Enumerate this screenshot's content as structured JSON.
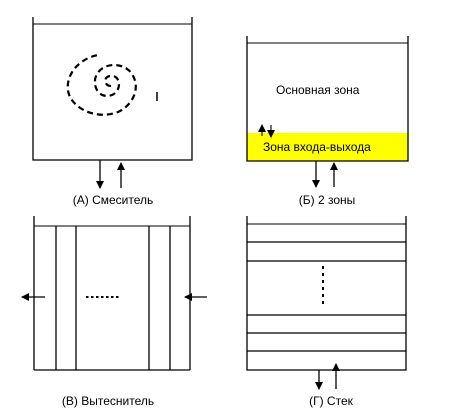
{
  "panels": {
    "a": {
      "caption": "(А) Смеситель"
    },
    "b": {
      "caption": "(Б) 2 зоны",
      "main_zone": "Основная зона",
      "io_zone": "Зона входа-выхода",
      "io_zone_color": "#ffff00"
    },
    "c": {
      "caption": "(В) Вытеснитель"
    },
    "d": {
      "caption": "(Г) Стек"
    }
  },
  "icons": [
    "spiral-icon",
    "arrow-down-icon",
    "arrow-up-icon",
    "arrow-left-icon",
    "ellipsis-icon"
  ]
}
